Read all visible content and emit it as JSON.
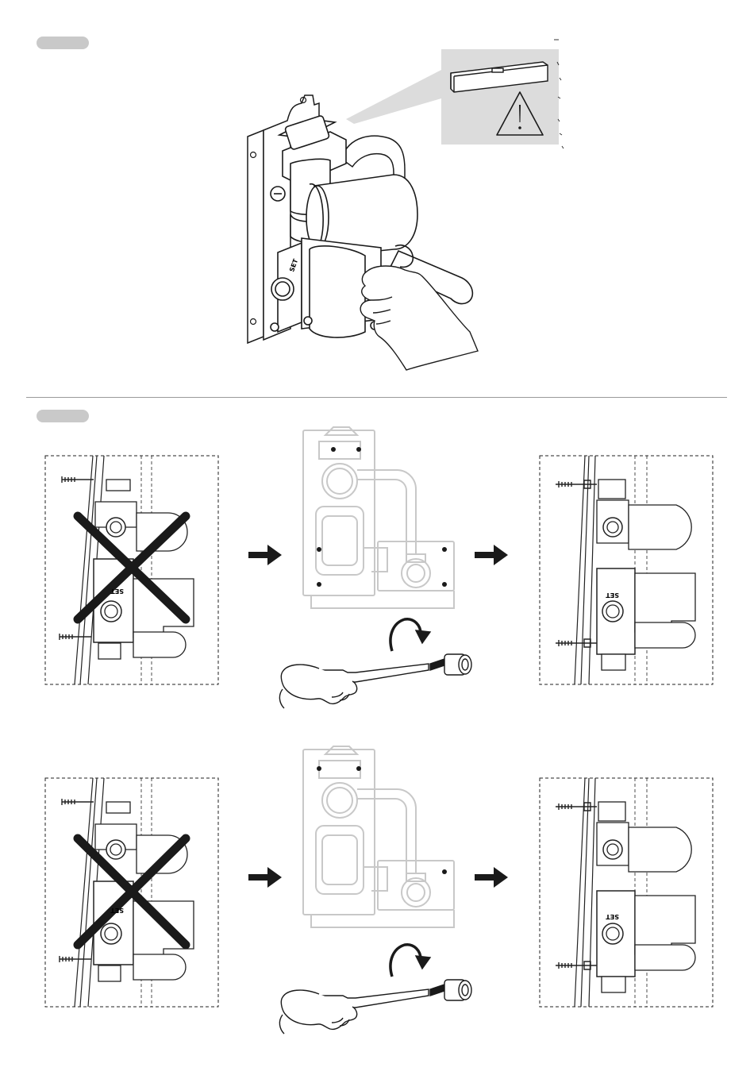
{
  "steps": [
    {
      "id": 1,
      "label": ""
    },
    {
      "id": 2,
      "label": ""
    }
  ],
  "valve_marking": "SET",
  "icons": {
    "warning": "warning-triangle-icon",
    "arrow": "right-arrow-icon",
    "rotate": "rotate-clockwise-icon",
    "wrong": "cross-mark-icon"
  },
  "colors": {
    "line": "#1a1a1a",
    "ghost_line": "#c8c8c8",
    "pill": "#c9c9c9",
    "inset_bg": "#dcdcdc",
    "cross": "#1a1a1a"
  }
}
